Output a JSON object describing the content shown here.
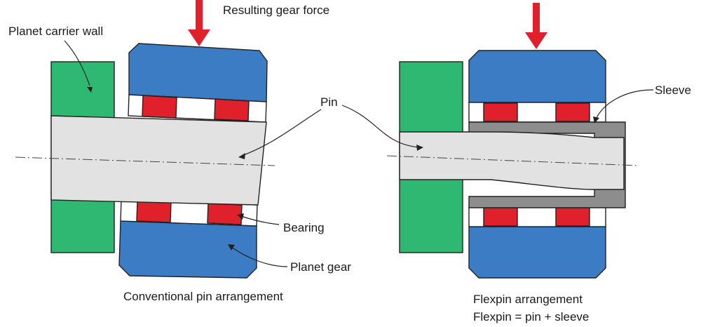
{
  "labels": {
    "force": "Resulting gear force",
    "carrier_wall": "Planet carrier wall",
    "pin": "Pin",
    "bearing": "Bearing",
    "planet_gear": "Planet gear",
    "sleeve": "Sleeve"
  },
  "captions": {
    "conventional": "Conventional pin arrangement",
    "flexpin_line1": "Flexpin arrangement",
    "flexpin_line2": "Flexpin = pin + sleeve"
  },
  "colors": {
    "carrier_wall": "#2eb872",
    "planet_gear": "#3b7cc4",
    "bearing_roller": "#e0202a",
    "pin": "#e2e2e2",
    "sleeve": "#8d8d8d",
    "force_arrow": "#e0202a"
  }
}
